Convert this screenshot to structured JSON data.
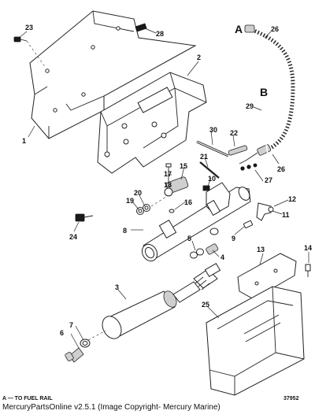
{
  "diagram": {
    "callouts": {
      "c1": "1",
      "c2": "2",
      "c3": "3",
      "c4": "4",
      "c5": "5",
      "c6": "6",
      "c7": "7",
      "c8": "8",
      "c9": "9",
      "c10": "10",
      "c11": "11",
      "c12": "12",
      "c13": "13",
      "c14": "14",
      "c15": "15",
      "c16": "16",
      "c17": "17",
      "c18": "18",
      "c19": "19",
      "c20": "20",
      "c21": "21",
      "c22": "22",
      "c23": "23",
      "c24": "24",
      "c25": "25",
      "c26a": "26",
      "c26b": "26",
      "c27": "27",
      "c28": "28",
      "c29": "29",
      "c30": "30"
    },
    "letters": {
      "a": "A",
      "b": "B"
    },
    "note_left": "A — TO FUEL RAIL",
    "figure_number": "37952"
  },
  "footer": {
    "text": "MercuryPartsOnline v2.5.1 (Image Copyright- Mercury Marine)"
  }
}
